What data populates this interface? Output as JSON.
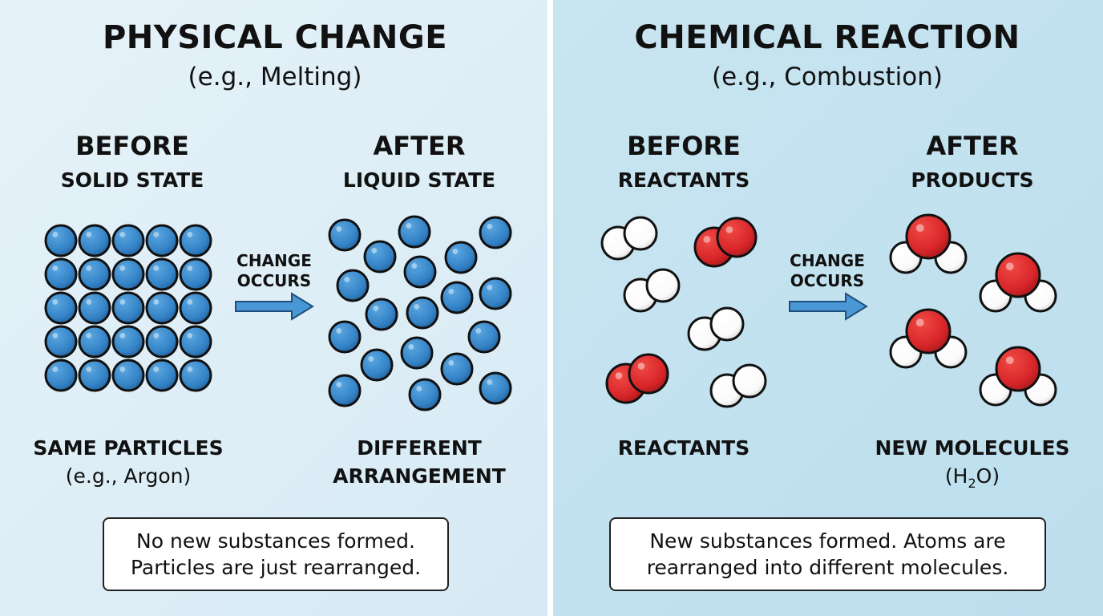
{
  "physical": {
    "title": "PHYSICAL CHANGE",
    "subtitle": "(e.g., Melting)",
    "before": {
      "heading": "BEFORE",
      "state": "SOLID STATE",
      "label_line1": "SAME PARTICLES",
      "label_line2": "(e.g., Argon)"
    },
    "after": {
      "heading": "AFTER",
      "state": "LIQUID STATE",
      "label_line1": "DIFFERENT",
      "label_line2": "ARRANGEMENT"
    },
    "arrow": {
      "line1": "CHANGE",
      "line2": "OCCURS"
    },
    "note": {
      "line1": "No new substances formed.",
      "line2": "Particles are just rearranged."
    }
  },
  "chemical": {
    "title": "CHEMICAL REACTION",
    "subtitle": "(e.g., Combustion)",
    "before": {
      "heading": "BEFORE",
      "state": "REACTANTS",
      "label_line1": "REACTANTS"
    },
    "after": {
      "heading": "AFTER",
      "state": "PRODUCTS",
      "label_line1": "NEW MOLECULES",
      "label_line2_pre": "(H",
      "label_line2_sub": "2",
      "label_line2_post": "O)"
    },
    "arrow": {
      "line1": "CHANGE",
      "line2": "OCCURS"
    },
    "note": {
      "line1": "New substances formed. Atoms are",
      "line2": "rearranged into different molecules."
    }
  },
  "colors": {
    "particle_blue": "#3a86c8",
    "oxygen_red": "#d8282a",
    "hydrogen_white": "#ffffff",
    "arrow_blue": "#3f8fd0",
    "left_bg": "#dcecf5",
    "right_bg": "#c1e0ee"
  }
}
